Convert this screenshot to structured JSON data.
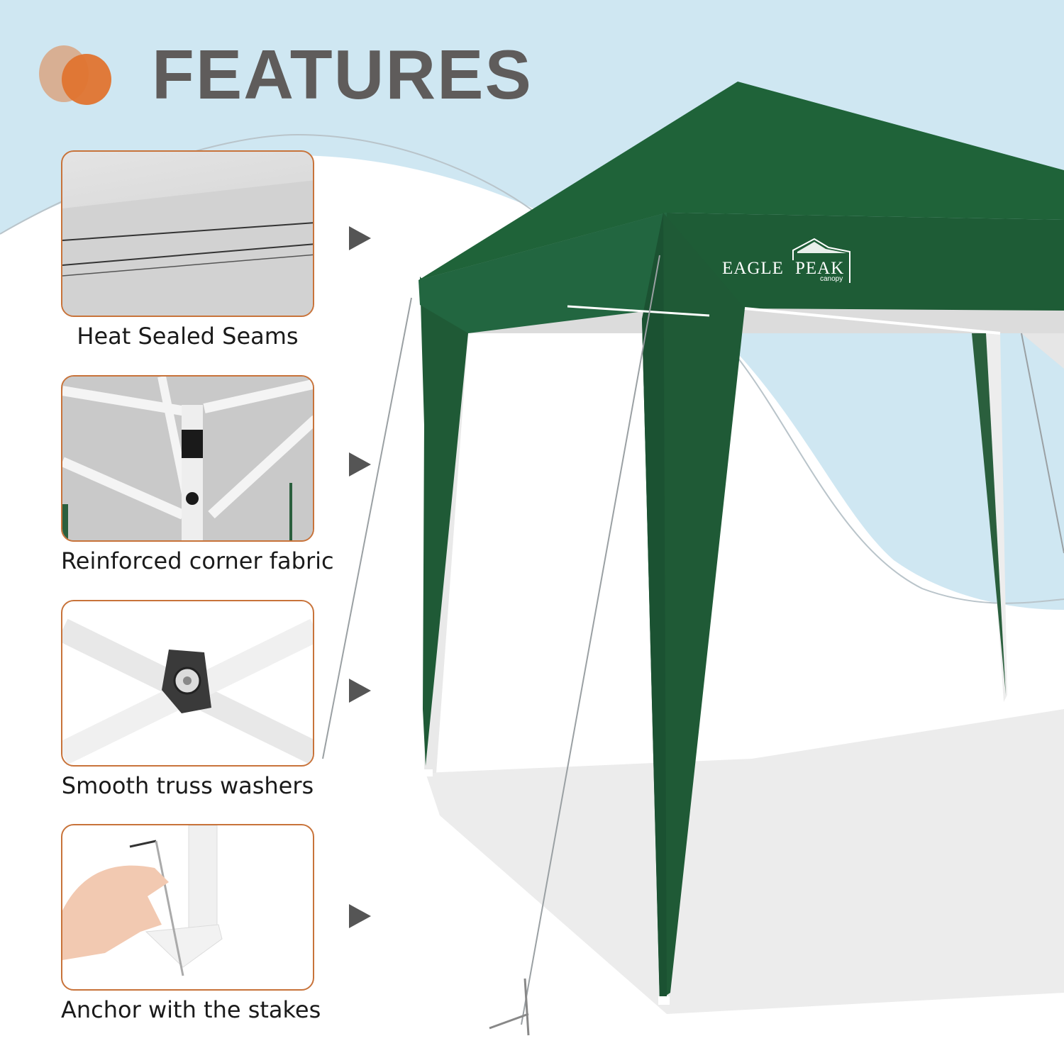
{
  "header": {
    "title": "FEATURES",
    "accent_colors": {
      "dot_light": "#d8af93",
      "dot_dark": "#e0742f",
      "title_color": "#5f5c5b"
    }
  },
  "features": [
    {
      "label": "Heat Sealed Seams",
      "image": "seam-closeup"
    },
    {
      "label": "Reinforced corner fabric",
      "image": "corner-frame"
    },
    {
      "label": "Smooth truss washers",
      "image": "truss-washer"
    },
    {
      "label": "Anchor with the stakes",
      "image": "stake-anchor"
    }
  ],
  "product": {
    "brand_left": "EAGLE",
    "brand_right": "PEAK",
    "brand_sub": "canopy",
    "canopy_color": "#1f5a36",
    "background_color": "#cfe7f2"
  },
  "icons": {
    "arrow": "right-triangle-icon"
  }
}
